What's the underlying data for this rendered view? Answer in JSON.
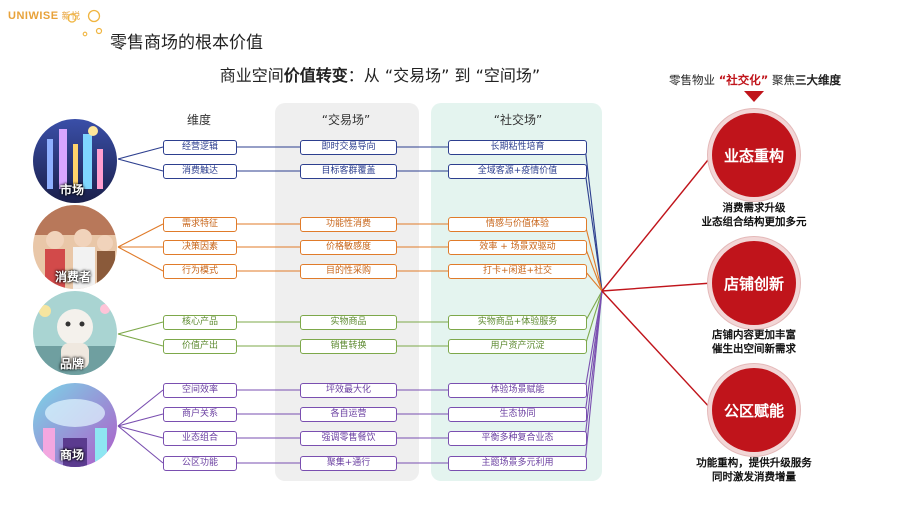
{
  "logo": {
    "brand": "UNIWISE",
    "cn": "新悦"
  },
  "page_title": "零售商场的根本价值",
  "subtitle": {
    "pre": "商业空间",
    "bold": "价值转变",
    "post": "：从 “交易场” 到 “空间场”"
  },
  "columns": {
    "dimension": "维度",
    "trade": "“交易场”",
    "social": "“社交场”"
  },
  "categories": [
    {
      "label": "市场",
      "rows": [
        {
          "dim": "经营逻辑",
          "trade": "即时交易导向",
          "social": "长期粘性培育"
        },
        {
          "dim": "消费触达",
          "trade": "目标客群覆盖",
          "social": "全域客源+疫情价值"
        }
      ]
    },
    {
      "label": "消费者",
      "rows": [
        {
          "dim": "需求特征",
          "trade": "功能性消费",
          "social": "情感与价值体验"
        },
        {
          "dim": "决策因素",
          "trade": "价格敏感度",
          "social": "效率 + 场景双驱动"
        },
        {
          "dim": "行为模式",
          "trade": "目的性采购",
          "social": "打卡+闲逛+社交"
        }
      ]
    },
    {
      "label": "品牌",
      "rows": [
        {
          "dim": "核心产品",
          "trade": "实物商品",
          "social": "实物商品+体验服务"
        },
        {
          "dim": "价值产出",
          "trade": "销售转换",
          "social": "用户资产沉淀"
        }
      ]
    },
    {
      "label": "商场",
      "rows": [
        {
          "dim": "空间效率",
          "trade": "坪效最大化",
          "social": "体验场景赋能"
        },
        {
          "dim": "商户关系",
          "trade": "各自运营",
          "social": "生态协同"
        },
        {
          "dim": "业态组合",
          "trade": "强调零售餐饮",
          "social": "平衡多种复合业态"
        },
        {
          "dim": "公区功能",
          "trade": "聚集+通行",
          "social": "主题场景多元利用"
        }
      ]
    }
  ],
  "right": {
    "head_pre": "零售物业 ",
    "head_hl": "“社交化”",
    "head_mid": " 聚焦",
    "head_bold": "三大维度",
    "items": [
      {
        "title": "业态重构",
        "desc1": "消费需求升级",
        "desc2": "业态组合结构更加多元"
      },
      {
        "title": "店铺创新",
        "desc1": "店铺内容更加丰富",
        "desc2": "催生出空间新需求"
      },
      {
        "title": "公区赋能",
        "desc1": "功能重构，提供升级服务",
        "desc2": "同时激发消费增量"
      }
    ]
  },
  "colors": {
    "blue": "#2d3f8f",
    "orange": "#e07b2a",
    "green": "#7da84a",
    "purple": "#7a4fb0",
    "red": "#c0141b"
  }
}
